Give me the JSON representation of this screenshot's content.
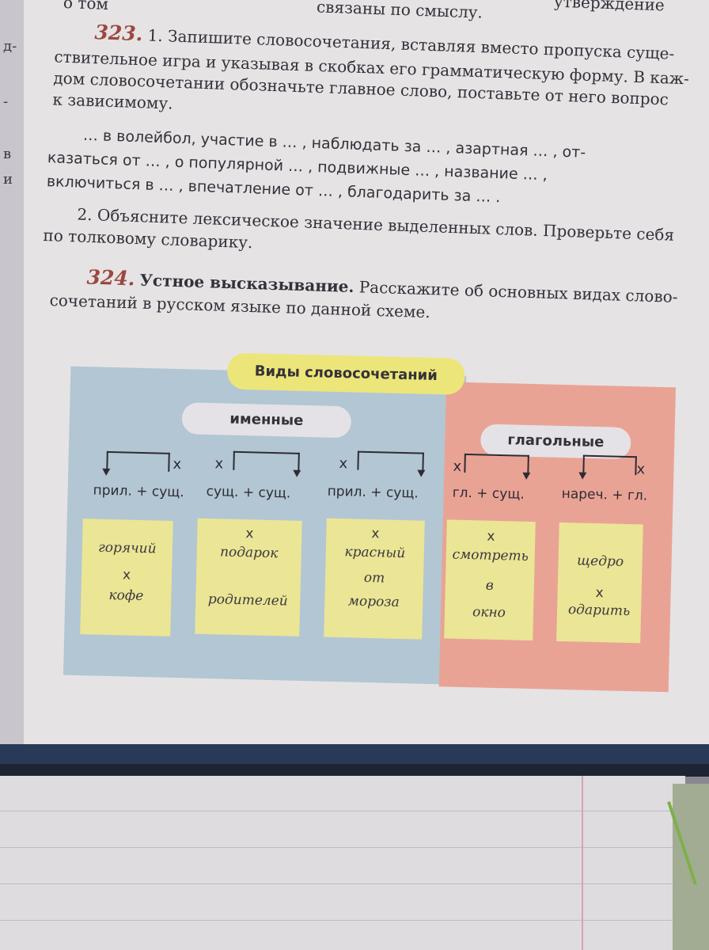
{
  "left_margin_fragments": [
    "д-",
    "-",
    "в",
    "и"
  ],
  "top_fragment": {
    "left": "о том",
    "middle": "связаны по смыслу.",
    "right": "утверждение"
  },
  "exercise_323": {
    "number": "323.",
    "task1_lines": [
      "1. Запишите словосочетания, вставляя вместо пропуска суще-",
      "ствительное игра и указывая в скобках его грамматическую форму. В каж-",
      "дом словосочетании обозначьте главное слово, поставьте от него вопрос",
      "к зависимому."
    ],
    "phrases_lines": [
      "… в волейбол, участие в … , наблюдать за … , азартная … , от-",
      "казаться от … , о популярной … , подвижные … , название … ,",
      "включиться в … , впечатление от … , благодарить за … ."
    ],
    "task2_lines": [
      "2. Объясните лексическое значение выделенных слов. Проверьте себя",
      "по толковому словарику."
    ]
  },
  "exercise_324": {
    "number": "324.",
    "title": "Устное высказывание.",
    "lines": [
      "Расскажите об основных видах слово-",
      "сочетаний в русском языке по данной схеме."
    ]
  },
  "diagram": {
    "title": "Виды словосочетаний",
    "group_nominal": "именные",
    "group_verbal": "глагольные",
    "formulas": [
      {
        "text": "прил. + сущ.",
        "x_mark": "x"
      },
      {
        "text": "сущ. + сущ.",
        "x_mark": "x"
      },
      {
        "text": "прил. + сущ.",
        "x_mark": "x"
      },
      {
        "text": "гл. + сущ.",
        "x_mark": "x"
      },
      {
        "text": "нареч. + гл.",
        "x_mark": "x"
      }
    ],
    "examples": [
      {
        "top": "горячий",
        "mark": "x",
        "bottom": "кофе"
      },
      {
        "mark": "x",
        "top": "подарок",
        "bottom": "родителей"
      },
      {
        "mark": "x",
        "top": "красный",
        "mid": "от",
        "bottom": "мороза"
      },
      {
        "mark": "x",
        "top": "смотреть",
        "mid": "в",
        "bottom": "окно"
      },
      {
        "top": "щедро",
        "mark": "x",
        "bottom": "одарить"
      }
    ],
    "colors": {
      "nominal_bg": "#b2c6d3",
      "verbal_bg": "#e9a395",
      "title_pill": "#ece57a",
      "example_card": "#ebe596"
    }
  }
}
